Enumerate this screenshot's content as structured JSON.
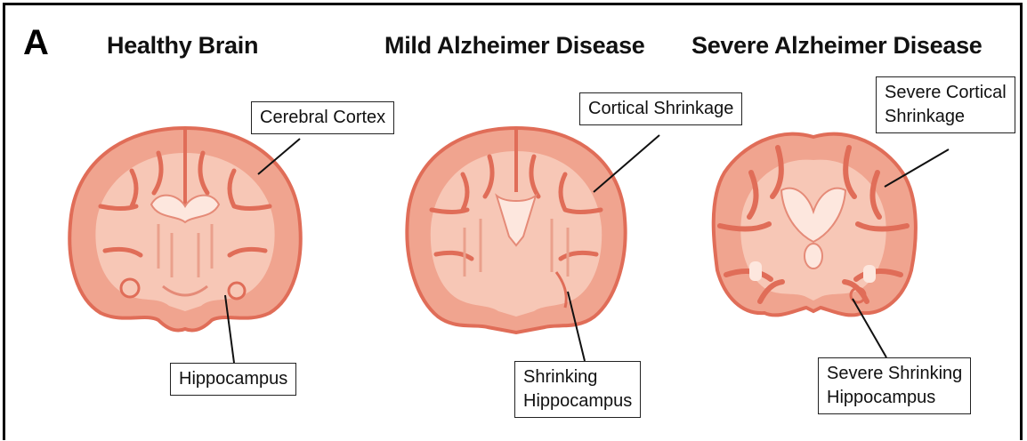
{
  "panel_letter": "A",
  "headings": {
    "healthy": "Healthy Brain",
    "mild": "Mild Alzheimer Disease",
    "severe": "Severe Alzheimer Disease"
  },
  "labels": {
    "healthy_cortex": "Cerebral Cortex",
    "healthy_hippocampus": "Hippocampus",
    "mild_cortex": "Cortical Shrinkage",
    "mild_hippocampus_line1": "Shrinking",
    "mild_hippocampus_line2": "Hippocampus",
    "severe_cortex_line1": "Severe Cortical",
    "severe_cortex_line2": "Shrinkage",
    "severe_hippocampus_line1": "Severe Shrinking",
    "severe_hippocampus_line2": "Hippocampus"
  },
  "colors": {
    "cortex_fill": "#f0a48f",
    "cortex_stroke": "#e06d58",
    "white_matter": "#f7c7b6",
    "ventricle": "#fde7de",
    "frame": "#000000"
  }
}
